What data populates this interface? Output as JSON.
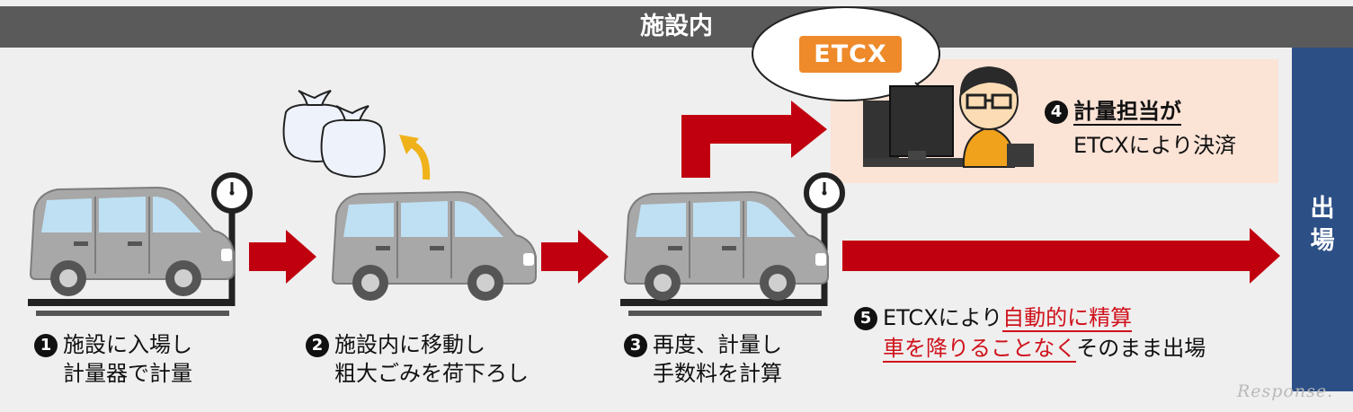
{
  "header": {
    "title": "施設内"
  },
  "exit": {
    "label_line1": "出",
    "label_line2": "場"
  },
  "bubble": {
    "logo_text": "ETCX"
  },
  "steps": [
    {
      "num": "1",
      "line1": "施設に入場し",
      "line2": "計量器で計量"
    },
    {
      "num": "2",
      "line1": "施設内に移動し",
      "line2": "粗大ごみを荷下ろし"
    },
    {
      "num": "3",
      "line1": "再度、計量し",
      "line2": "手数料を計算"
    },
    {
      "num": "4",
      "line1": "計量担当が",
      "line2": "ETCXにより決済"
    },
    {
      "num": "5",
      "line1_prefix": "ETCXにより",
      "line1_highlight": "自動的に精算",
      "line2_highlight": "車を降りることなく",
      "line2_suffix": "そのまま出場"
    }
  ],
  "colors": {
    "arrow": "#c1000f",
    "exit_bar": "#2c4f86",
    "header": "#5a5a5a",
    "pay_panel": "#fbe3d6",
    "logo": "#ee8a2a"
  },
  "icons": [
    "car-icon",
    "scale-gauge-icon",
    "garbage-bag-icon",
    "curved-up-arrow-icon",
    "computer-monitor-icon",
    "person-icon",
    "arrow-right-icon"
  ],
  "watermark": "Response."
}
